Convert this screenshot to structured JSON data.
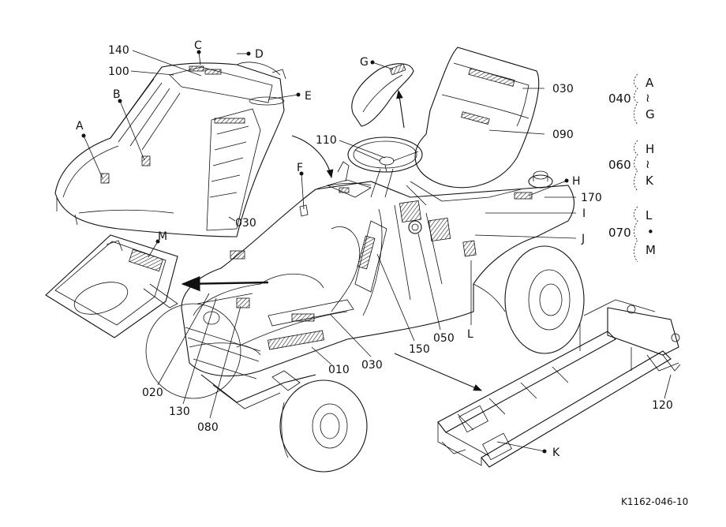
{
  "figure_code": "K1162-046-10",
  "letters": {
    "A": "A",
    "B": "B",
    "C": "C",
    "D": "D",
    "E": "E",
    "F": "F",
    "G": "G",
    "H": "H",
    "I": "I",
    "J": "J",
    "K": "K",
    "L": "L",
    "M": "M"
  },
  "numbers": {
    "n010": "010",
    "n020": "020",
    "n030_seat": "030",
    "n030_hood": "030",
    "n030_front": "030",
    "n050": "050",
    "n080": "080",
    "n090": "090",
    "n100": "100",
    "n110": "110",
    "n120": "120",
    "n130": "130",
    "n140": "140",
    "n150": "150",
    "n170": "170"
  },
  "legend": [
    {
      "code": "040",
      "top": "A",
      "mid": "≀",
      "bottom": "G"
    },
    {
      "code": "060",
      "top": "H",
      "mid": "≀",
      "bottom": "K"
    },
    {
      "code": "070",
      "top": "L",
      "mid": "•",
      "bottom": "M"
    }
  ]
}
